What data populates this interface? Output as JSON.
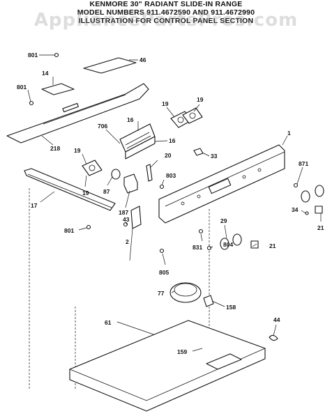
{
  "header": {
    "line1": "KENMORE 30\" RADIANT SLIDE-IN RANGE",
    "line2": "MODEL NUMBERS 911.4672590 AND 911.4672990",
    "line3": "ILLUSTRATION FOR CONTROL PANEL SECTION"
  },
  "watermark": "AppliancePartsPros.com",
  "callouts": [
    {
      "id": "801-top",
      "text": "801"
    },
    {
      "id": "46",
      "text": "46"
    },
    {
      "id": "14",
      "text": "14"
    },
    {
      "id": "801-left",
      "text": "801"
    },
    {
      "id": "218",
      "text": "218"
    },
    {
      "id": "706",
      "text": "706"
    },
    {
      "id": "16-top",
      "text": "16"
    },
    {
      "id": "16-side",
      "text": "16"
    },
    {
      "id": "19-a",
      "text": "19"
    },
    {
      "id": "19-b",
      "text": "19"
    },
    {
      "id": "1",
      "text": "1"
    },
    {
      "id": "19-c",
      "text": "19"
    },
    {
      "id": "20",
      "text": "20"
    },
    {
      "id": "33",
      "text": "33"
    },
    {
      "id": "19-d",
      "text": "19"
    },
    {
      "id": "87",
      "text": "87"
    },
    {
      "id": "803",
      "text": "803"
    },
    {
      "id": "871",
      "text": "871"
    },
    {
      "id": "187",
      "text": "187"
    },
    {
      "id": "17",
      "text": "17"
    },
    {
      "id": "34",
      "text": "34"
    },
    {
      "id": "43",
      "text": "43"
    },
    {
      "id": "21-a",
      "text": "21"
    },
    {
      "id": "29",
      "text": "29"
    },
    {
      "id": "801-bottom",
      "text": "801"
    },
    {
      "id": "2",
      "text": "2"
    },
    {
      "id": "831",
      "text": "831"
    },
    {
      "id": "21-b",
      "text": "21"
    },
    {
      "id": "805",
      "text": "805"
    },
    {
      "id": "804",
      "text": "804"
    },
    {
      "id": "77",
      "text": "77"
    },
    {
      "id": "158",
      "text": "158"
    },
    {
      "id": "61",
      "text": "61"
    },
    {
      "id": "44",
      "text": "44"
    },
    {
      "id": "159",
      "text": "159"
    }
  ]
}
